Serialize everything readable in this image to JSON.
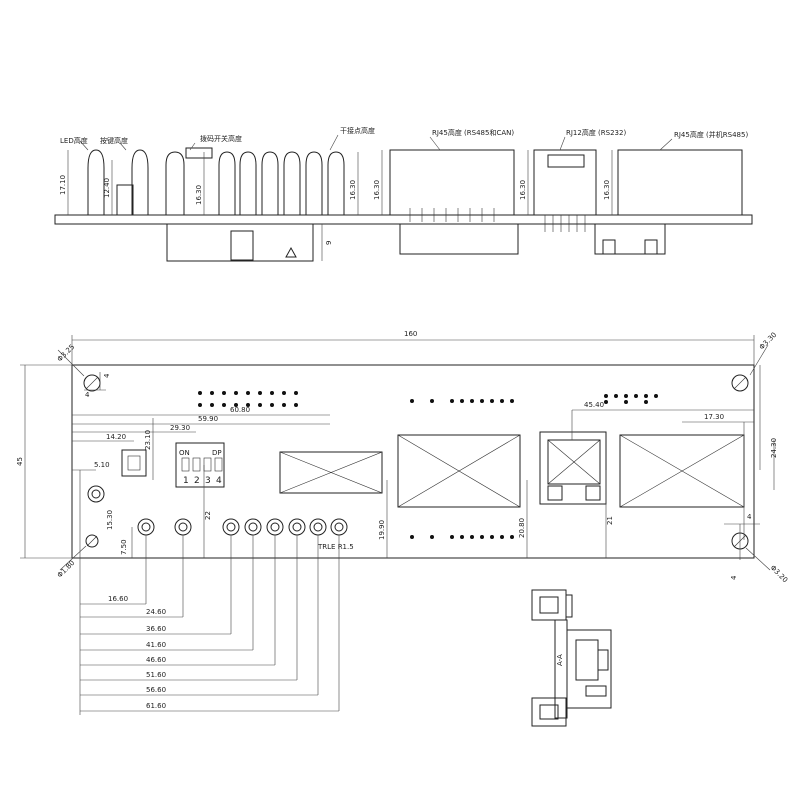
{
  "side_view": {
    "callouts": {
      "led": "LED高度",
      "button": "按键高度",
      "dip": "拨码开关高度",
      "dry": "干接点高度",
      "rj45_a": "RJ45高度 (RS485和CAN)",
      "rj12": "RJ12高度 (RS232)",
      "rj45_b": "RJ45高度 (并机RS485)"
    },
    "dims": {
      "led_h": "17.10",
      "btn_h": "12.40",
      "dip_h": "16.30",
      "dry_h": "16.30",
      "rj45a_h": "16.30",
      "rj12_h": "16.30",
      "rj45b_h": "16.30",
      "conn_depth": "9"
    }
  },
  "top_view": {
    "dims": {
      "overall_len": "160",
      "height": "45",
      "d60_8": "60.80",
      "d59_9": "59.90",
      "d29_3": "29.30",
      "d14_2": "14.20",
      "d5_1": "5.10",
      "d15_3": "15.30",
      "d7_5": "7.50",
      "d23_1": "23.10",
      "d22": "22",
      "d19_9": "19.90",
      "d20_8": "20.80",
      "d45_4": "45.40",
      "d17_3": "17.30",
      "d24_3": "24.30",
      "d21": "21",
      "d4_top": "4",
      "d4_side": "4",
      "d4_br_top": "4",
      "d4_br_side": "4",
      "hole_tl": "Φ3.25",
      "hole_tr": "Φ3.30",
      "hole_bl": "Φ1.80",
      "hole_br": "Φ3.20",
      "led_label": "TRLE R1.5"
    },
    "dip": {
      "on": "ON",
      "dp": "DP",
      "nums": [
        "1",
        "2",
        "3",
        "4"
      ]
    },
    "led_dims": [
      "16.60",
      "24.60",
      "36.60",
      "41.60",
      "46.60",
      "51.60",
      "56.60",
      "61.60"
    ]
  },
  "detail_view": {
    "label": "A-A"
  }
}
